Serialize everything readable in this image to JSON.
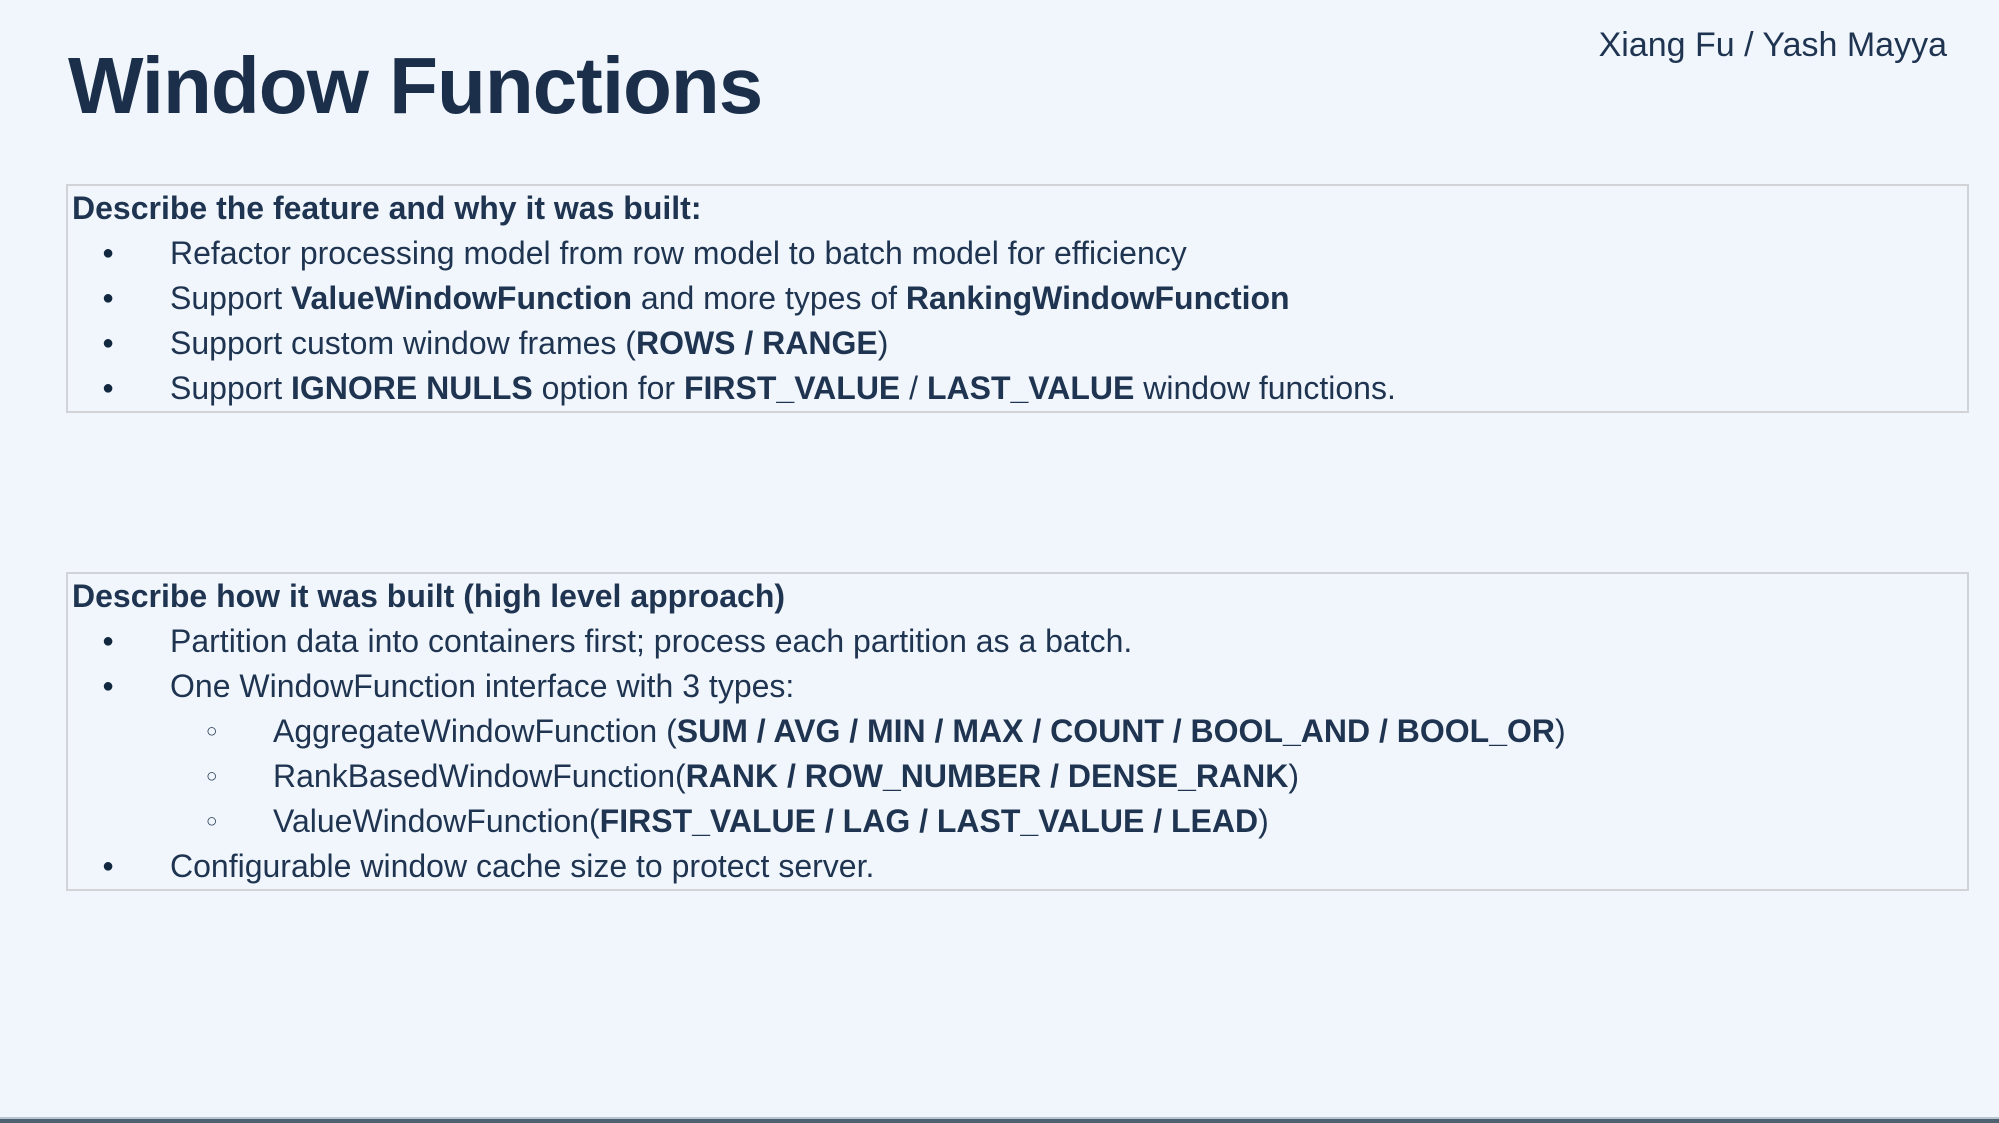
{
  "page": {
    "title": "Window Functions",
    "authors": "Xiang Fu / Yash Mayya"
  },
  "colors": {
    "background": "#f1f6fc",
    "title_text": "#1b2f4b",
    "body_text": "#1e3450",
    "box_border": "#d2d3d6",
    "bottom_bar": "#4e6170"
  },
  "bullet_glyphs": {
    "level1": "●",
    "level2": "○"
  },
  "boxes": [
    {
      "header": "Describe the feature and why it was built:",
      "items": [
        {
          "level": 1,
          "runs": [
            {
              "t": "Refactor processing model from row model to batch model for efficiency",
              "b": false
            }
          ]
        },
        {
          "level": 1,
          "runs": [
            {
              "t": "Support ",
              "b": false
            },
            {
              "t": "ValueWindowFunction",
              "b": true
            },
            {
              "t": " and more types of ",
              "b": false
            },
            {
              "t": "RankingWindowFunction",
              "b": true
            }
          ]
        },
        {
          "level": 1,
          "runs": [
            {
              "t": "Support custom window frames (",
              "b": false
            },
            {
              "t": "ROWS / RANGE",
              "b": true
            },
            {
              "t": ")",
              "b": false
            }
          ]
        },
        {
          "level": 1,
          "runs": [
            {
              "t": "Support ",
              "b": false
            },
            {
              "t": "IGNORE NULLS",
              "b": true
            },
            {
              "t": " option for ",
              "b": false
            },
            {
              "t": "FIRST_VALUE",
              "b": true
            },
            {
              "t": " / ",
              "b": false
            },
            {
              "t": "LAST_VALUE",
              "b": true
            },
            {
              "t": " window functions.",
              "b": false
            }
          ]
        }
      ]
    },
    {
      "header": "Describe how it was built (high level approach)",
      "items": [
        {
          "level": 1,
          "runs": [
            {
              "t": "Partition data into containers first; process each partition as a batch.",
              "b": false
            }
          ]
        },
        {
          "level": 1,
          "runs": [
            {
              "t": "One WindowFunction interface with 3 types:",
              "b": false
            }
          ]
        },
        {
          "level": 2,
          "runs": [
            {
              "t": "AggregateWindowFunction (",
              "b": false
            },
            {
              "t": "SUM / AVG / MIN / MAX / COUNT / BOOL_AND / BOOL_OR",
              "b": true
            },
            {
              "t": ")",
              "b": false
            }
          ]
        },
        {
          "level": 2,
          "runs": [
            {
              "t": "RankBasedWindowFunction(",
              "b": false
            },
            {
              "t": "RANK / ROW_NUMBER / DENSE_RANK",
              "b": true
            },
            {
              "t": ")",
              "b": false
            }
          ]
        },
        {
          "level": 2,
          "runs": [
            {
              "t": "ValueWindowFunction(",
              "b": false
            },
            {
              "t": "FIRST_VALUE / LAG / LAST_VALUE / LEAD",
              "b": true
            },
            {
              "t": ")",
              "b": false
            }
          ]
        },
        {
          "level": 1,
          "runs": [
            {
              "t": "Configurable window cache size to protect server.",
              "b": false
            }
          ]
        }
      ]
    }
  ]
}
